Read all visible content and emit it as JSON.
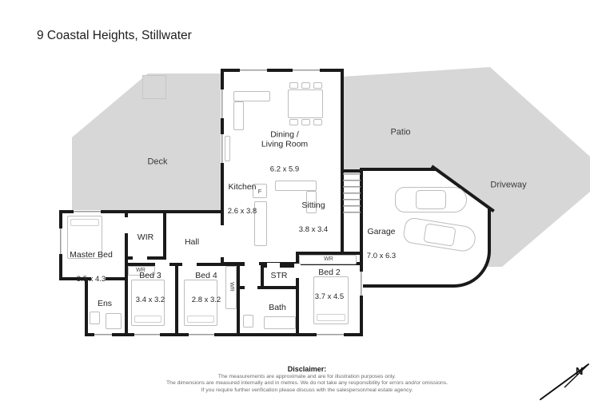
{
  "title": "9 Coastal Heights, Stillwater",
  "outdoor": {
    "deck": "Deck",
    "patio": "Patio",
    "driveway": "Driveway"
  },
  "rooms": {
    "dining_living": {
      "name": "Dining /\nLiving Room",
      "dims": "6.2 x 5.9"
    },
    "kitchen": {
      "name": "Kitchen",
      "dims": "2.6 x 3.8"
    },
    "sitting": {
      "name": "Sitting",
      "dims": "3.8 x 3.4"
    },
    "garage": {
      "name": "Garage",
      "dims": "7.0 x 6.3"
    },
    "master_bed": {
      "name": "Master Bed",
      "dims": "3.5 x 4.3"
    },
    "bed2": {
      "name": "Bed 2",
      "dims": "3.7 x 4.5"
    },
    "bed3": {
      "name": "Bed 3",
      "dims": "3.4 x 3.2"
    },
    "bed4": {
      "name": "Bed 4",
      "dims": "2.8 x 3.2"
    },
    "hall": {
      "name": "Hall"
    },
    "wir": {
      "name": "WIR"
    },
    "ens": {
      "name": "Ens"
    },
    "bath": {
      "name": "Bath"
    },
    "str": {
      "name": "STR"
    }
  },
  "fixtures": {
    "fridge": "F",
    "wardrobe": "WR"
  },
  "compass": {
    "north": "N"
  },
  "disclaimer": {
    "heading": "Disclaimer:",
    "lines": [
      "The measurements are approximate and are for illustration purposes only.",
      "The dimensions are measured internally and in metres. We do not take any responsibility for errors and/or omissions.",
      "If you require further verification please discuss with the salesperson/real estate agency."
    ]
  },
  "colors": {
    "outdoor_fill": "#d7d7d7",
    "wall": "#1a1a1a",
    "furniture_line": "#bdbdbd"
  }
}
